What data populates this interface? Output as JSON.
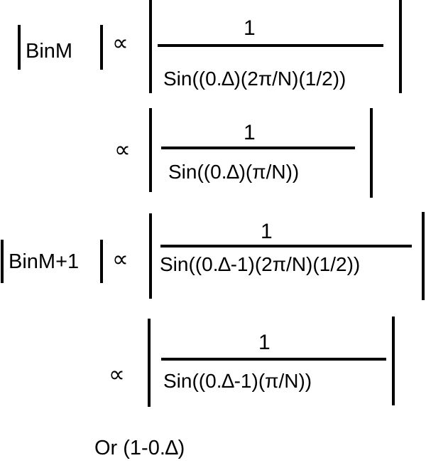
{
  "equations": [
    {
      "lhs": "BinM",
      "proportional": "∝",
      "numerator": "1",
      "denominator": "Sin((0.∆)(2π/N)(1/2))"
    },
    {
      "lhs": "",
      "proportional": "∝",
      "numerator": "1",
      "denominator": "Sin((0.∆)(π/N))"
    },
    {
      "lhs": "BinM+1",
      "proportional": "∝",
      "numerator": "1",
      "denominator": "Sin((0.∆-1)(2π/N)(1/2))"
    },
    {
      "lhs": "",
      "proportional": "∝",
      "numerator": "1",
      "denominator": "Sin((0.∆-1)(π/N))"
    }
  ],
  "footnote": "Or (1-0.∆)"
}
